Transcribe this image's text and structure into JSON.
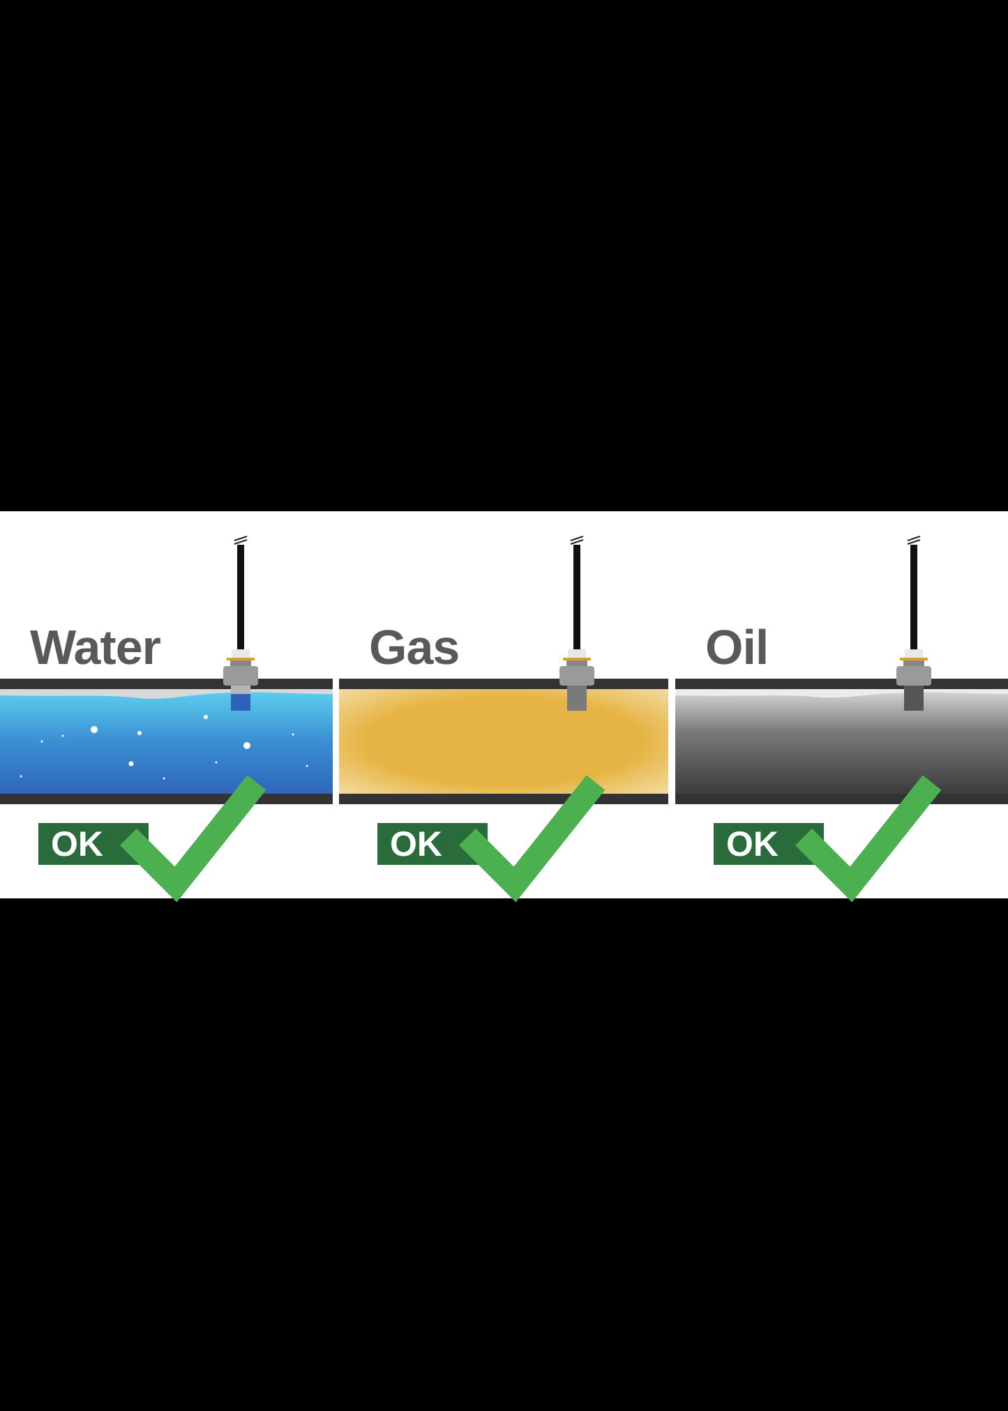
{
  "panels": [
    {
      "label": "Water",
      "status": "OK",
      "fluid": "water"
    },
    {
      "label": "Gas",
      "status": "OK",
      "fluid": "gas"
    },
    {
      "label": "Oil",
      "status": "OK",
      "fluid": "oil"
    }
  ],
  "colors": {
    "pipe": "#333336",
    "label": "#58595b",
    "ok_box": "#2a6b3c",
    "check": "#4caf50",
    "water_top": "#5fd0ee",
    "water_bottom": "#2e66bb",
    "gas": "#e6b444",
    "oil_top": "#d9d9d9",
    "oil_bottom": "#3b3c3e"
  }
}
